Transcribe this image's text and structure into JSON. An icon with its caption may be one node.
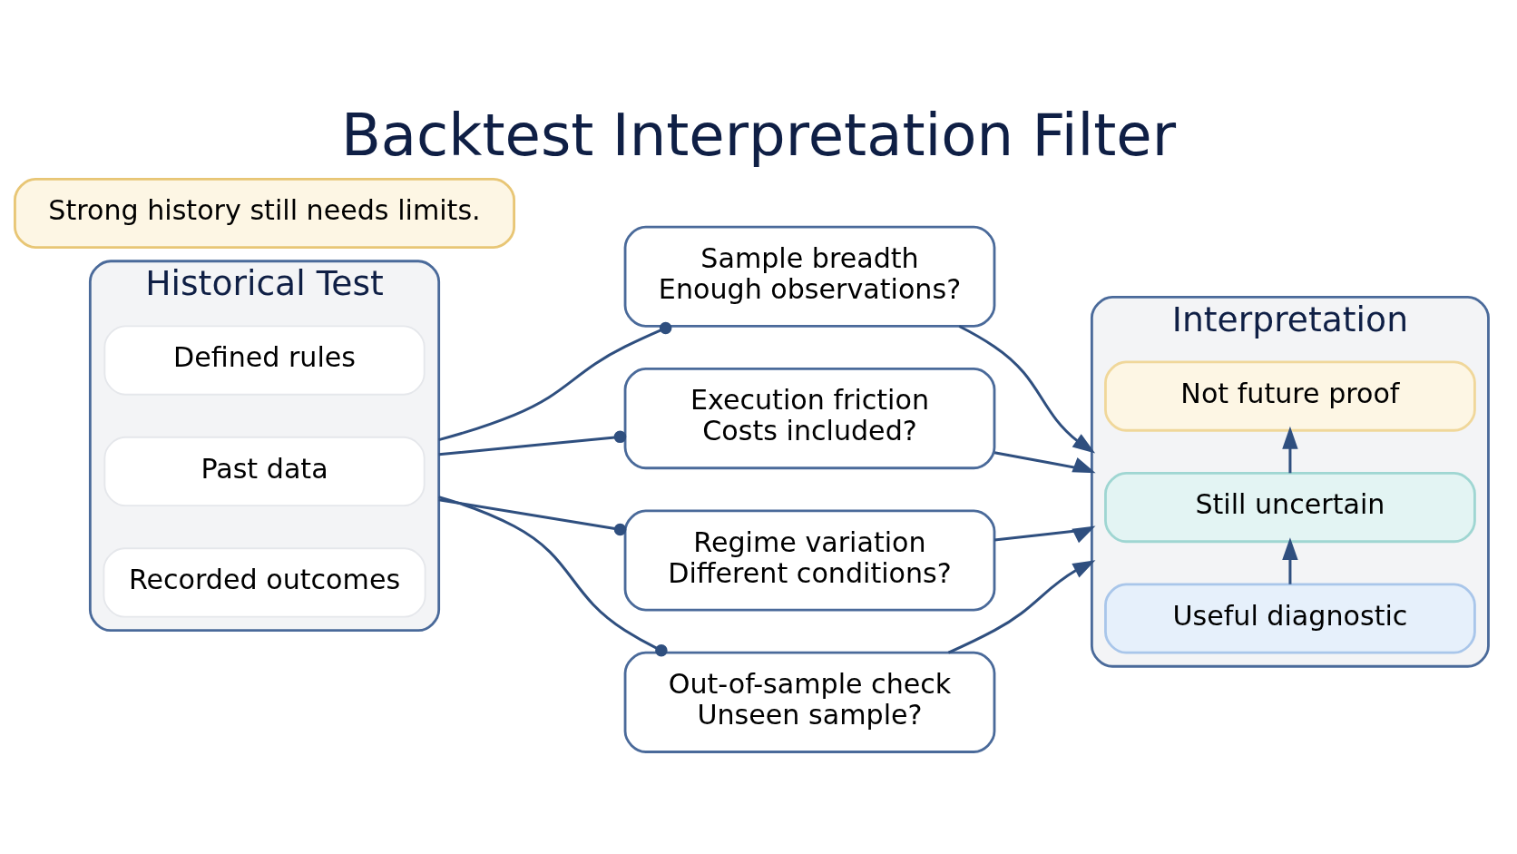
{
  "diagram": {
    "title": "Backtest Interpretation Filter",
    "nodes": [
      {
        "text": [
          "Historical Test"
        ]
      },
      {
        "text": [
          "Defined rules"
        ],
        "in": 0
      },
      {
        "text": [
          "Past data"
        ],
        "in": 0
      },
      {
        "text": [
          "Recorded outcomes"
        ],
        "in": 0
      },
      {
        "text": [
          "Sample breadth",
          "Enough observations?"
        ]
      },
      {
        "text": [
          "Execution friction",
          "Costs included?"
        ]
      },
      {
        "text": [
          "Regime variation",
          "Different conditions?"
        ]
      },
      {
        "text": [
          "Out-of-sample check",
          "Unseen sample?"
        ]
      },
      {
        "text": [
          "Interpretation"
        ]
      },
      {
        "text": [
          "Useful diagnostic"
        ],
        "in": 8
      },
      {
        "text": [
          "Still uncertain"
        ],
        "in": 8
      },
      {
        "text": [
          "Not future proof"
        ],
        "in": 8
      },
      {
        "text": [
          "Strong history still needs limits."
        ]
      }
    ],
    "edges": [
      {
        "from": 0,
        "to": 4,
        "arrow": "other"
      },
      {
        "from": 0,
        "to": 5,
        "arrow": "other"
      },
      {
        "from": 0,
        "to": 6,
        "arrow": "other"
      },
      {
        "from": 0,
        "to": 7,
        "arrow": "other"
      },
      {
        "from": 4,
        "to": 8,
        "arrow": "to"
      },
      {
        "from": 5,
        "to": 8,
        "arrow": "to"
      },
      {
        "from": 6,
        "to": 8,
        "arrow": "to"
      },
      {
        "from": 7,
        "to": 8,
        "arrow": "to"
      },
      {
        "from": 9,
        "to": 10,
        "arrow": "to"
      },
      {
        "from": 10,
        "to": 11,
        "arrow": "to"
      }
    ]
  }
}
